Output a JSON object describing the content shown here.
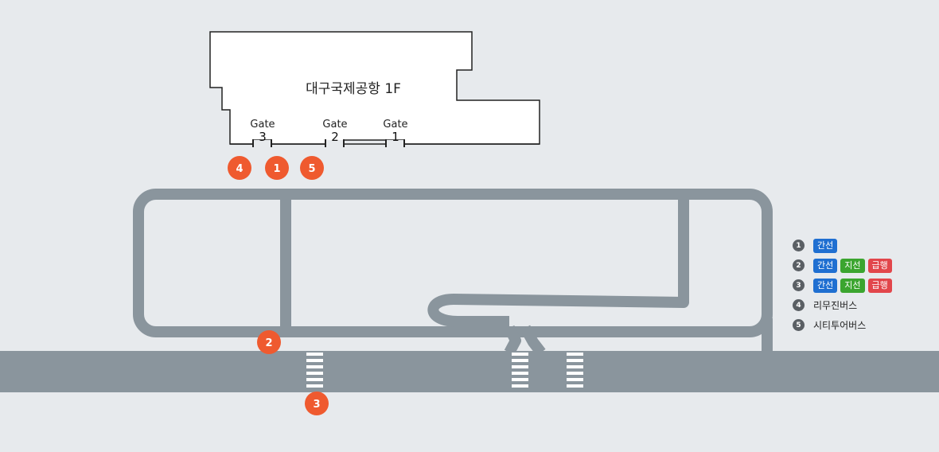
{
  "terminal": {
    "title": "대구국제공항 1F",
    "gates": [
      {
        "label": "Gate",
        "number": "3"
      },
      {
        "label": "Gate",
        "number": "2"
      },
      {
        "label": "Gate",
        "number": "1"
      }
    ]
  },
  "stops": [
    "4",
    "1",
    "5",
    "2",
    "3"
  ],
  "legend": [
    {
      "number": "1",
      "tags": [
        {
          "text": "간선",
          "color": "#1f6fd1"
        }
      ]
    },
    {
      "number": "2",
      "tags": [
        {
          "text": "간선",
          "color": "#1f6fd1"
        },
        {
          "text": "지선",
          "color": "#3ba52f"
        },
        {
          "text": "급행",
          "color": "#e2464b"
        }
      ]
    },
    {
      "number": "3",
      "tags": [
        {
          "text": "간선",
          "color": "#1f6fd1"
        },
        {
          "text": "지선",
          "color": "#3ba52f"
        },
        {
          "text": "급행",
          "color": "#e2464b"
        }
      ]
    },
    {
      "number": "4",
      "text": "리무진버스"
    },
    {
      "number": "5",
      "text": "시티투어버스"
    }
  ],
  "colors": {
    "background": "#e7eaed",
    "road": "#8a959d",
    "stop_marker": "#ef5a2f",
    "terminal_fill": "#ffffff"
  }
}
